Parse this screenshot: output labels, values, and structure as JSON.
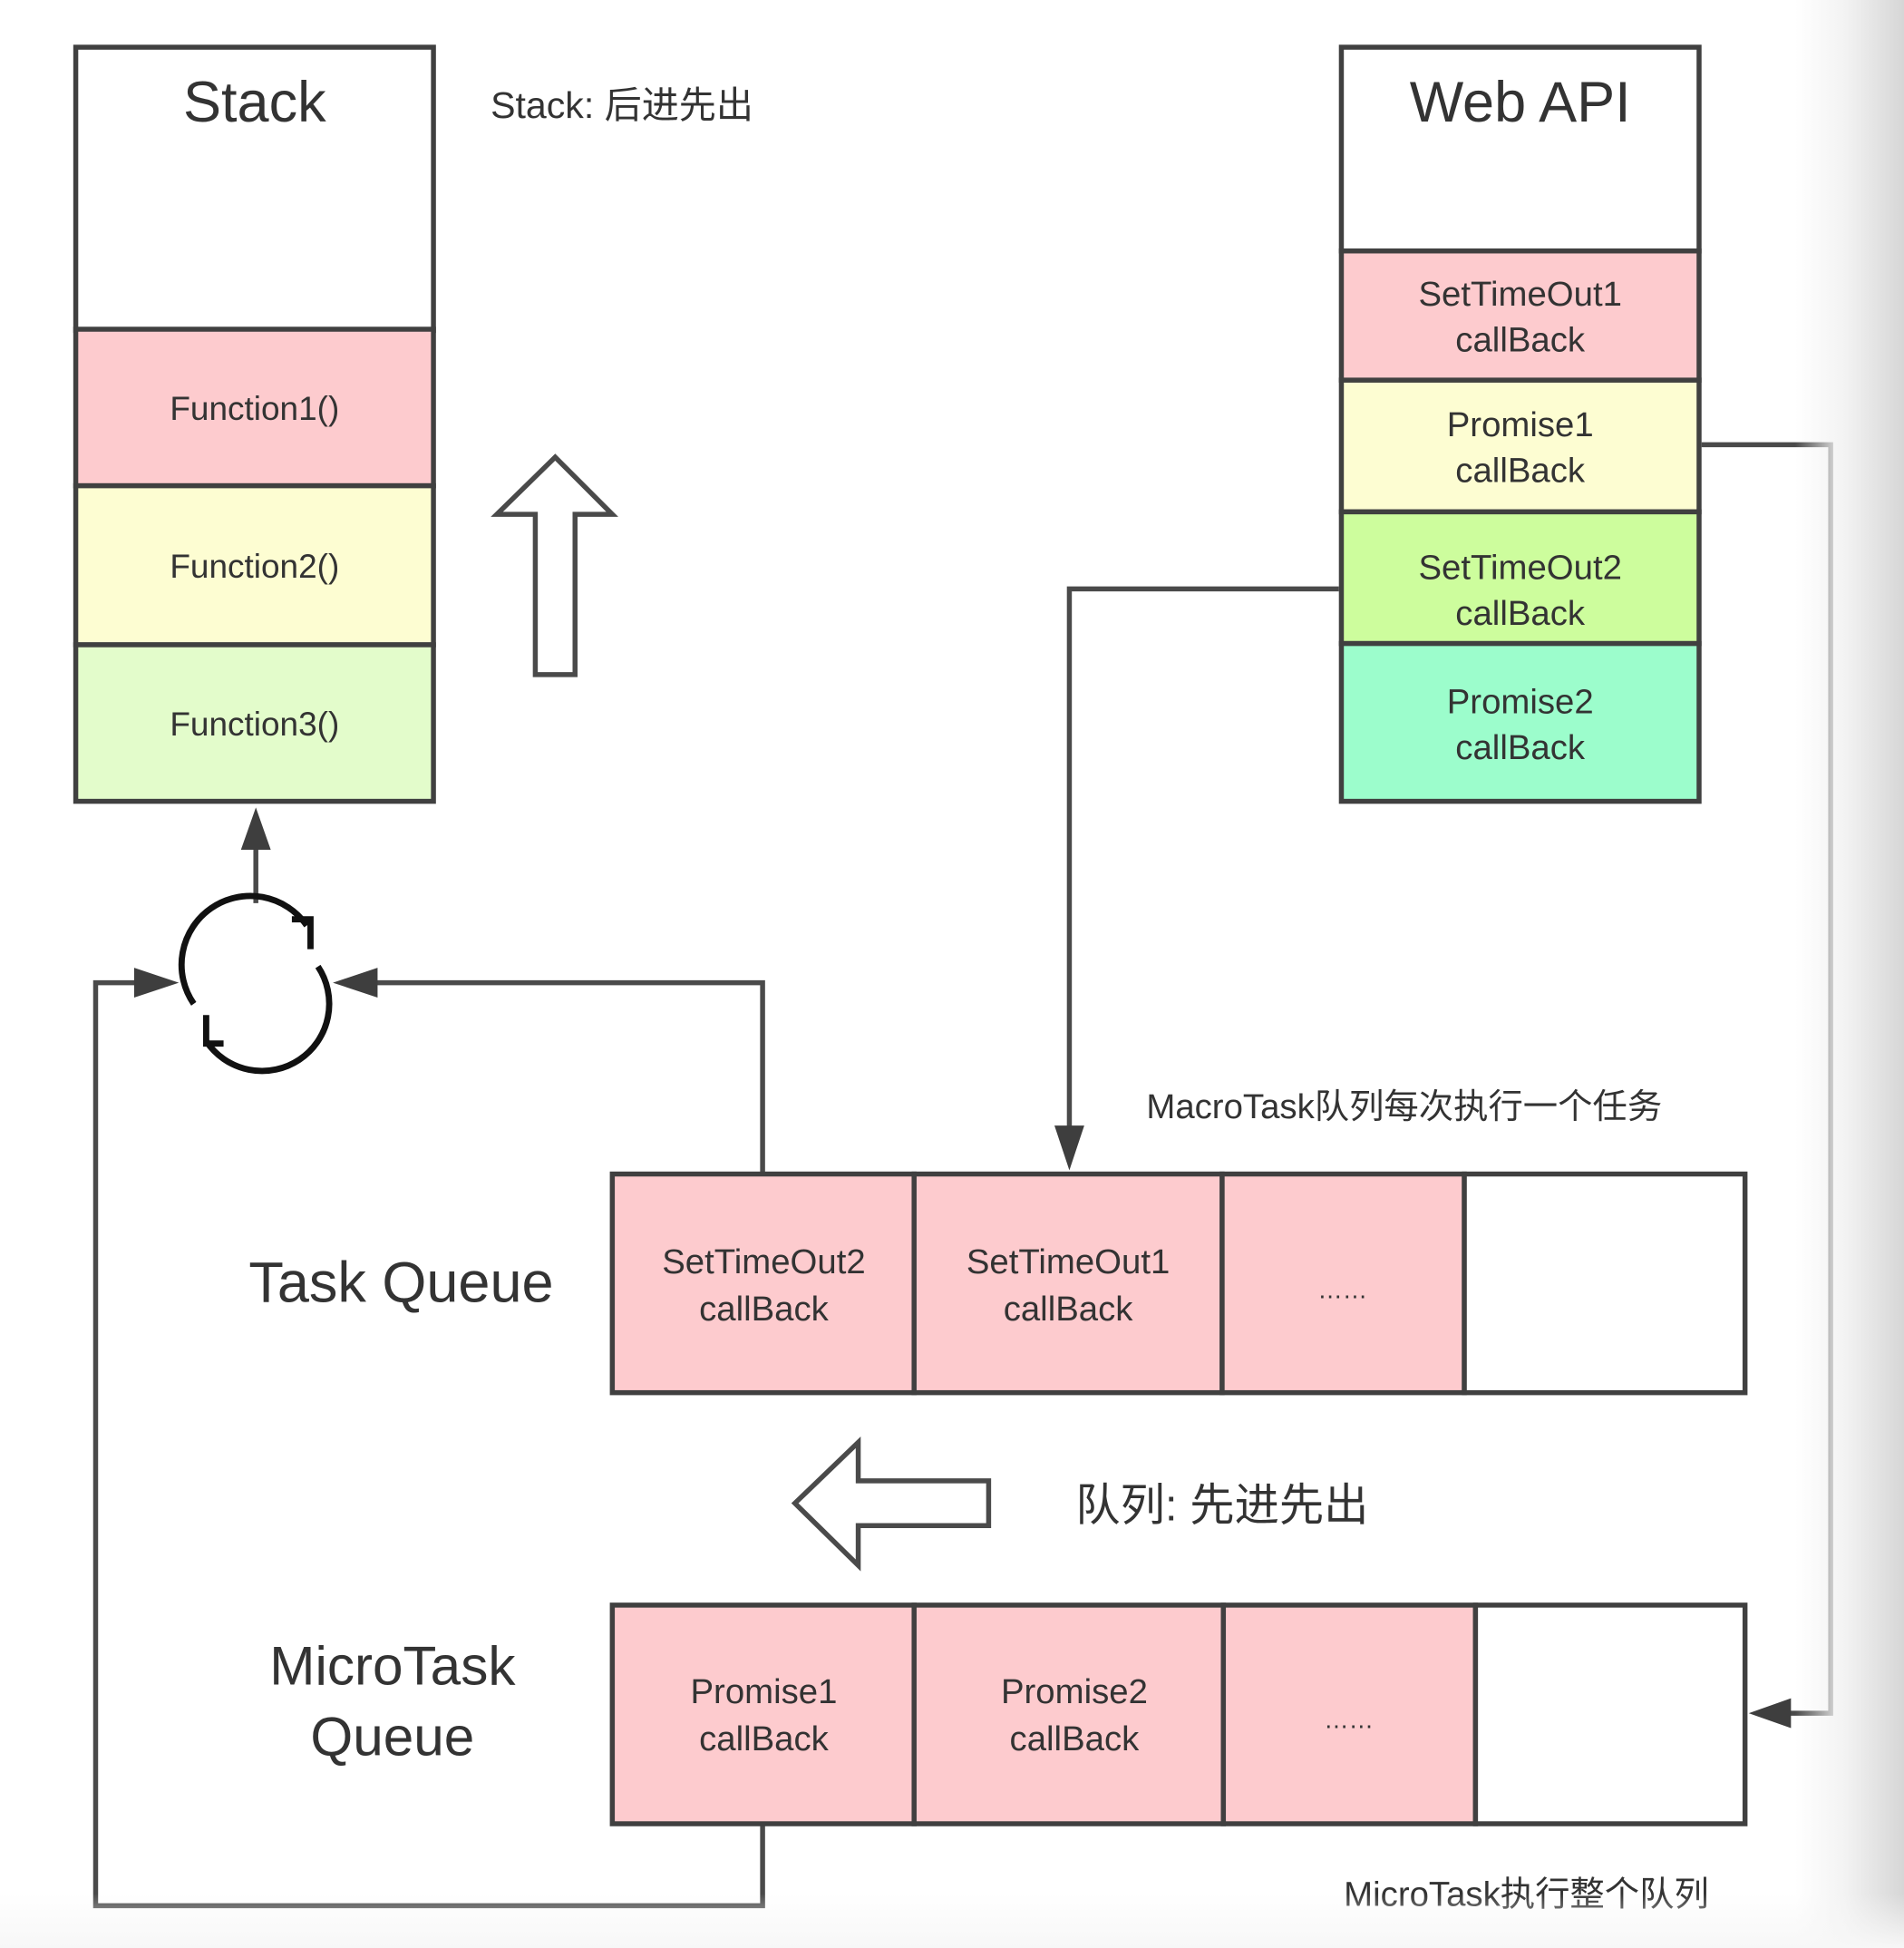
{
  "stack": {
    "title": "Stack",
    "note": "Stack: 后进先出",
    "frames": [
      {
        "label": "Function1()",
        "color": "#fdcbce"
      },
      {
        "label": "Function2()",
        "color": "#fdfdd2"
      },
      {
        "label": "Function3()",
        "color": "#e3fccb"
      }
    ]
  },
  "web_api": {
    "title": "Web API",
    "items": [
      {
        "line1": "SetTimeOut1",
        "line2": "callBack",
        "color": "#fdcbce"
      },
      {
        "line1": "Promise1",
        "line2": "callBack",
        "color": "#fdfdd2"
      },
      {
        "line1": "SetTimeOut2",
        "line2": "callBack",
        "color": "#cdfd9d"
      },
      {
        "line1": "Promise2",
        "line2": "callBack",
        "color": "#9cfdcc"
      }
    ]
  },
  "event_loop": {
    "icon": "refresh-cycle-icon"
  },
  "task_queue": {
    "label": "Task Queue",
    "note": "MacroTask队列每次执行一个任务",
    "cells": [
      {
        "line1": "SetTimeOut2",
        "line2": "callBack",
        "color": "#fdcbce"
      },
      {
        "line1": "SetTimeOut1",
        "line2": "callBack",
        "color": "#fdcbce"
      },
      {
        "line1": "……",
        "line2": "",
        "color": "#fdcbce"
      },
      {
        "line1": "",
        "line2": "",
        "color": "#ffffff"
      }
    ]
  },
  "queue_note": "队列: 先进先出",
  "microtask_queue": {
    "label_line1": "MicroTask",
    "label_line2": "Queue",
    "note": "MicroTask执行整个队列",
    "cells": [
      {
        "line1": "Promise1",
        "line2": "callBack",
        "color": "#fdcbce"
      },
      {
        "line1": "Promise2",
        "line2": "callBack",
        "color": "#fdcbce"
      },
      {
        "line1": "……",
        "line2": "",
        "color": "#fdcbce"
      },
      {
        "line1": "",
        "line2": "",
        "color": "#ffffff"
      }
    ]
  }
}
